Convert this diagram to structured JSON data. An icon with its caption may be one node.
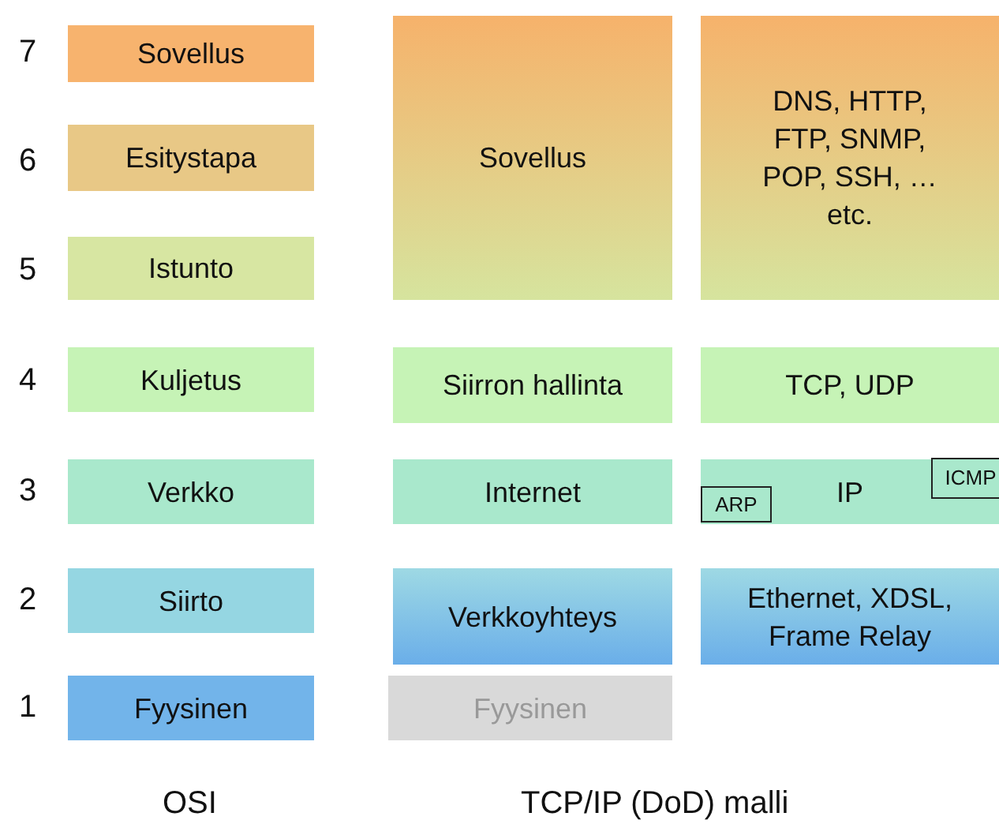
{
  "diagram": {
    "nodes": [
      {
        "text": [
          "Sovellus"
        ]
      },
      {
        "text": [
          "Esitystapa"
        ]
      },
      {
        "text": [
          "Istunto"
        ]
      },
      {
        "text": [
          "Kuljetus"
        ]
      },
      {
        "text": [
          "Verkko"
        ]
      },
      {
        "text": [
          "Siirto"
        ]
      },
      {
        "text": [
          "Fyysinen"
        ]
      },
      {
        "text": [
          "Sovellus"
        ]
      },
      {
        "text": [
          "Siirron hallinta"
        ]
      },
      {
        "text": [
          "Internet"
        ]
      },
      {
        "text": [
          "Verkkoyhteys"
        ]
      },
      {
        "text": [
          "Fyysinen"
        ]
      },
      {
        "text": [
          "DNS, HTTP, FTP, SNMP, POP, SSH, … etc."
        ]
      },
      {
        "text": [
          "TCP, UDP"
        ]
      },
      {
        "text": [
          "IP"
        ]
      },
      {
        "text": [
          "Ethernet, XDSL, Frame Relay"
        ]
      },
      {
        "text": [
          "ICMP"
        ],
        "in": 14
      },
      {
        "text": [
          "ARP"
        ],
        "in": 14
      }
    ],
    "labels": [
      "7",
      "6",
      "5",
      "4",
      "3",
      "2",
      "1",
      "OSI",
      "TCP/IP (DoD) malli"
    ]
  }
}
